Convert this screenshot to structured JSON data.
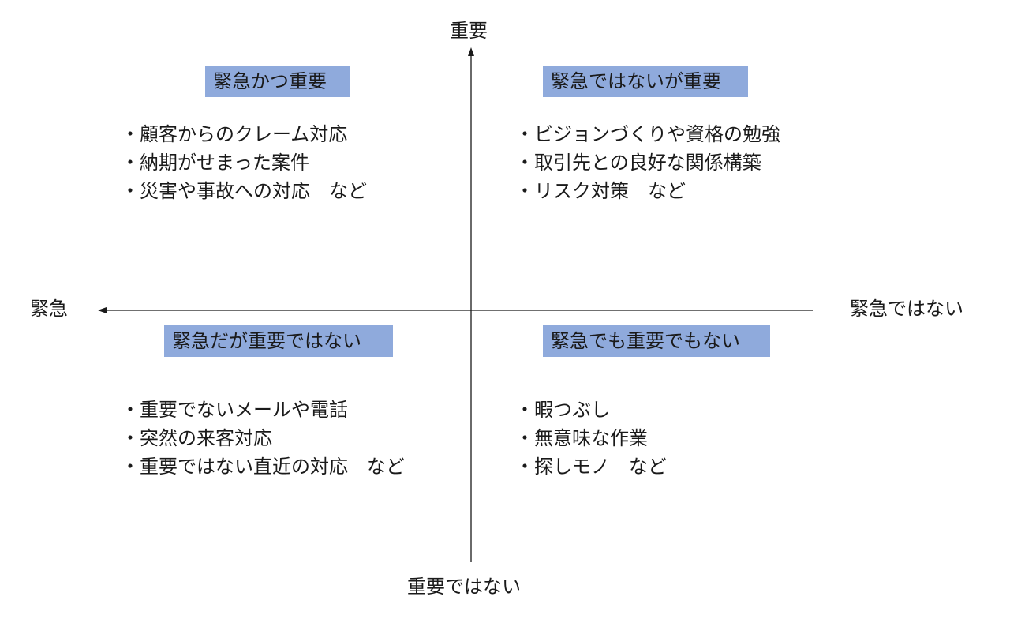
{
  "colors": {
    "title_background": "#8faadc",
    "axis_line": "#1a1a1a",
    "text": "#1a1a1a"
  },
  "axes": {
    "top": "重要",
    "bottom": "重要ではない",
    "left": "緊急",
    "right": "緊急ではない"
  },
  "quadrants": {
    "top_left": {
      "title": "緊急かつ重要",
      "items": [
        "顧客からのクレーム対応",
        "納期がせまった案件",
        "災害や事故への対応　など"
      ]
    },
    "top_right": {
      "title": "緊急ではないが重要",
      "items": [
        "ビジョンづくりや資格の勉強",
        "取引先との良好な関係構築",
        "リスク対策　など"
      ]
    },
    "bottom_left": {
      "title": "緊急だが重要ではない",
      "items": [
        "重要でないメールや電話",
        "突然の来客対応",
        "重要ではない直近の対応　など"
      ]
    },
    "bottom_right": {
      "title": "緊急でも重要でもない",
      "items": [
        "暇つぶし",
        "無意味な作業",
        "探しモノ　など"
      ]
    }
  }
}
